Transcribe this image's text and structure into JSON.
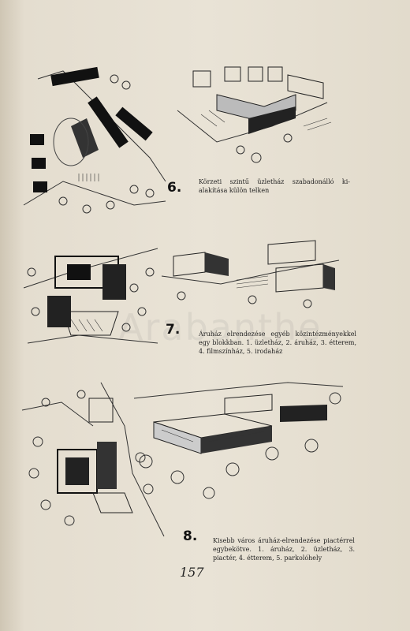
{
  "figures": [
    {
      "number": "6.",
      "caption": "Körzeti szintű üzletház szabadonálló ki­alakítása külön telken"
    },
    {
      "number": "7.",
      "caption": "Áruház elrendezése egyéb közintézmé­nyekkel egy blokkban. 1. üzletház, 2. áru­ház, 3. étterem, 4. filmszínház, 5. irodaház"
    },
    {
      "number": "8.",
      "caption": "Kisebb város áruház-elrendezése piac­térrel egybekötve. 1. áruház, 2. üzletház, 3. piactér, 4. étterem, 5. parkolóhely"
    }
  ],
  "page_number": "157",
  "watermark_text": "Arabanthe"
}
